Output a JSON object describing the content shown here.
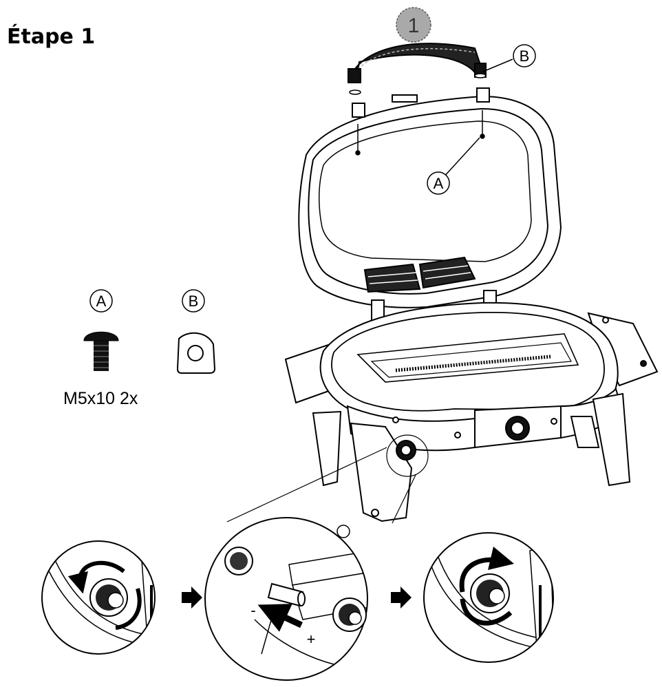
{
  "title": "Étape 1",
  "step_number": "1",
  "callouts": {
    "a": "A",
    "b": "B"
  },
  "parts": {
    "a": {
      "label": "A",
      "spec": "M5x10  2x"
    },
    "b": {
      "label": "B"
    }
  },
  "polarity": {
    "minus": "-",
    "plus": "+"
  },
  "colors": {
    "line": "#000000",
    "step_badge": "#a9a9a9",
    "background": "#ffffff"
  },
  "icons": [
    "screw-icon",
    "washer-icon",
    "right-arrow-icon",
    "rotate-ccw-arrow-icon",
    "rotate-cw-arrow-icon",
    "insert-arrow-icon"
  ]
}
